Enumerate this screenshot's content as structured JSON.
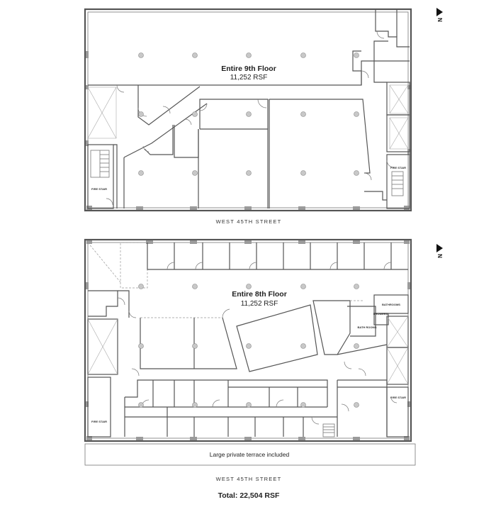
{
  "floors": [
    {
      "title": "Entire 9th Floor",
      "area": "11,252 RSF",
      "street": "WEST 45TH STREET",
      "stair_labels": [
        "FIRE STAIR",
        "FIRE STAIR"
      ],
      "north": "N"
    },
    {
      "title": "Entire 8th Floor",
      "area": "11,252 RSF",
      "street": "WEST 45TH STREET",
      "stair_labels": [
        "FIRE STAIR",
        "FIRE STAIR"
      ],
      "room_labels": [
        "BATHROOMS",
        "SHOWERS",
        "BATH ROOMS"
      ],
      "terrace": "Large private terrace included",
      "north": "N"
    }
  ],
  "total": "Total: 22,504 RSF"
}
